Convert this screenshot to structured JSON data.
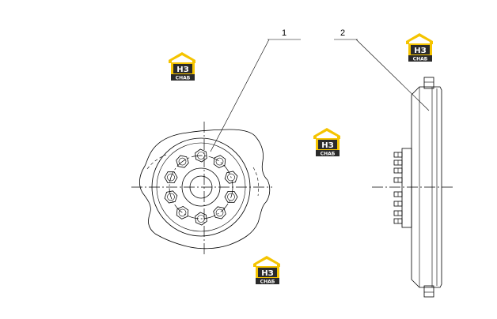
{
  "callouts": [
    {
      "label": "1"
    },
    {
      "label": "2"
    }
  ],
  "watermark": {
    "logo_letters": "НЗ",
    "logo_sub": "СНАБ",
    "colors": {
      "yellow": "#f5c400",
      "dark": "#2b2b2b"
    }
  }
}
